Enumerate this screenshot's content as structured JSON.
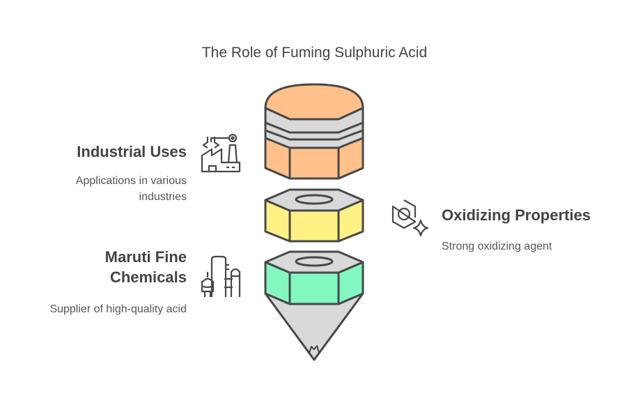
{
  "title": "The Role of Fuming Sulphuric Acid",
  "items": [
    {
      "heading": "Industrial Uses",
      "desc_lines": [
        "Applications in various",
        "industries"
      ],
      "icon": "factory-robot-arm-icon"
    },
    {
      "heading": "Oxidizing Properties",
      "desc_lines": [
        "Strong oxidizing agent"
      ],
      "icon": "hexagon-sparkle-icon"
    },
    {
      "heading_lines": [
        "Maruti Fine",
        "Chemicals"
      ],
      "desc_lines": [
        "Supplier of high-quality acid"
      ],
      "icon": "chemical-plant-icon"
    }
  ],
  "colors": {
    "orange": "#FFC08A",
    "yellow": "#FFF184",
    "green": "#82F8C0",
    "grey": "#D9D9D9",
    "stroke": "#484848"
  }
}
